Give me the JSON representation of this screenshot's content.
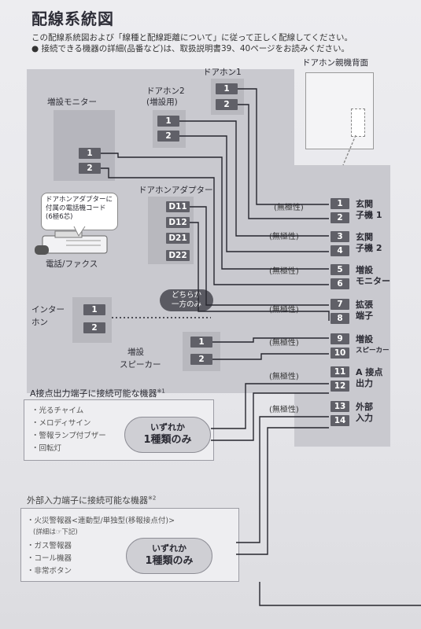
{
  "title": "配線系統図",
  "intro": {
    "line1": "この配線系統図および「線種と配線距離について」に従って正しく配線してください。",
    "line2": "● 接続できる機器の詳細(品番など)は、取扱説明書39、40ページをお読みください。"
  },
  "devices": {
    "door_parent_back": "ドアホン親機背面",
    "doorphone1": "ドアホン1",
    "doorphone2_line1": "ドアホン2",
    "doorphone2_line2": "(増設用)",
    "ext_monitor": "増設モニター",
    "door_adapter": "ドアホンアダプター",
    "phone_fax": "電話/ファクス",
    "intercom_line1": "インター",
    "intercom_line2": "ホン",
    "ext_speaker_line1": "増設",
    "ext_speaker_line2": "スピーカー"
  },
  "bubble": {
    "line1": "ドアホンアダプターに",
    "line2": "付属の電話機コード",
    "line3": "(6極6芯)"
  },
  "callout": {
    "line1": "どちらか",
    "line2": "一方のみ"
  },
  "device_numbers": {
    "doorphone1": [
      "1",
      "2"
    ],
    "doorphone2": [
      "1",
      "2"
    ],
    "ext_monitor": [
      "1",
      "2"
    ],
    "adapter": [
      "D11",
      "D12",
      "D21",
      "D22"
    ],
    "intercom": [
      "1",
      "2"
    ],
    "ext_speaker": [
      "1",
      "2"
    ]
  },
  "non_polarity": "(無極性)",
  "terminals": [
    {
      "numbers": [
        "1",
        "2"
      ],
      "label1": "玄関",
      "label2": "子機 1"
    },
    {
      "numbers": [
        "3",
        "4"
      ],
      "label1": "玄関",
      "label2": "子機 2"
    },
    {
      "numbers": [
        "5",
        "6"
      ],
      "label1": "増設",
      "label2": "モニター"
    },
    {
      "numbers": [
        "7",
        "8"
      ],
      "label1": "拡張",
      "label2": "端子"
    },
    {
      "numbers": [
        "9",
        "10"
      ],
      "label1": "増設",
      "label2": "スピーカー"
    },
    {
      "numbers": [
        "11",
        "12"
      ],
      "label1": "A 接点",
      "label2": "出力"
    },
    {
      "numbers": [
        "13",
        "14"
      ],
      "label1": "外部",
      "label2": "入力"
    }
  ],
  "a_contact": {
    "title": "A接点出力端子に接続可能な機器",
    "note": "※1",
    "items": [
      "・光るチャイム",
      "・メロディサイン",
      "・警報ランプ付ブザー",
      "・回転灯"
    ],
    "oval_line1": "いずれか",
    "oval_line2": "1種類のみ"
  },
  "ext_input": {
    "title": "外部入力端子に接続可能な機器",
    "note": "※2",
    "items": [
      "・火災警報器<連動型/単独型(移報接点付)>",
      "(詳細は☞下記)",
      "・ガス警報器",
      "・コール機器",
      "・非常ボタン"
    ],
    "oval_line1": "いずれか",
    "oval_line2": "1種類のみ"
  },
  "colors": {
    "terminal": "#606068",
    "wire": "#26262e",
    "panel": "#c9c9cf"
  }
}
